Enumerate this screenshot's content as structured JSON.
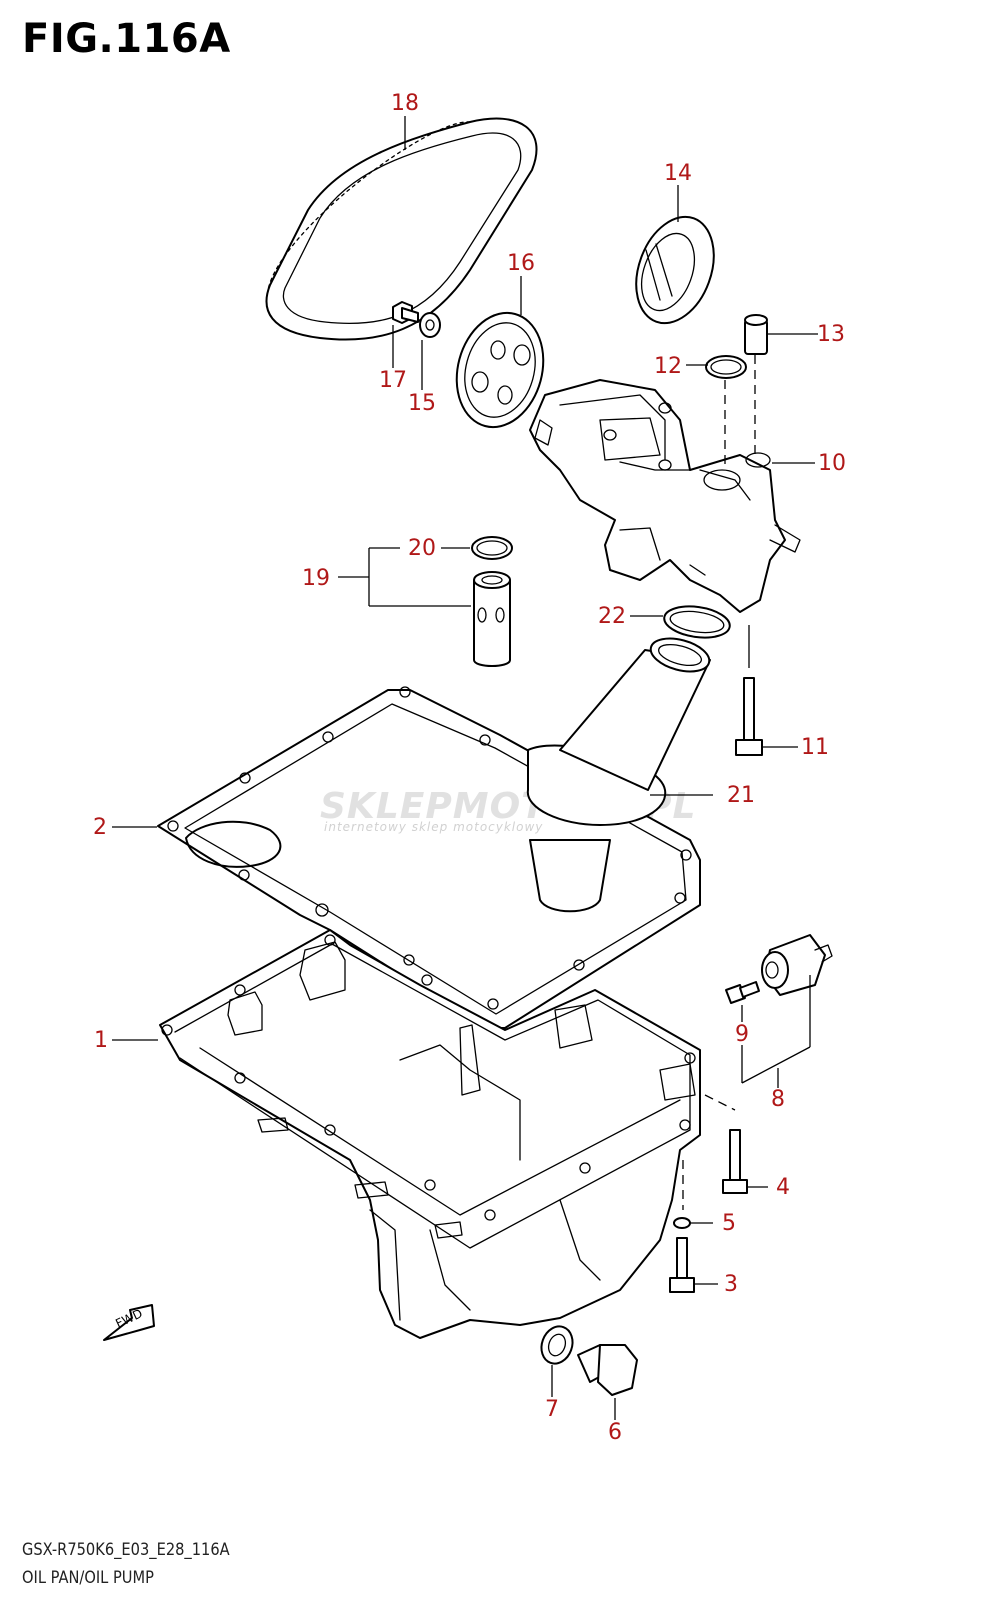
{
  "figure_title": "FIG.116A",
  "footer": {
    "model_code": "GSX-R750K6_E03_E28_116A",
    "section_name": "OIL PAN/OIL PUMP"
  },
  "watermark": {
    "brand": "SKLEPMOTO24.PL",
    "tagline": "internetowy sklep motocyklowy"
  },
  "fwd_arrow_label": "FWD",
  "callouts": [
    "1",
    "2",
    "3",
    "4",
    "5",
    "6",
    "7",
    "8",
    "9",
    "10",
    "11",
    "12",
    "13",
    "14",
    "15",
    "16",
    "17",
    "18",
    "19",
    "20",
    "21",
    "22"
  ],
  "colors": {
    "callout": "#b01818",
    "line": "#000000",
    "watermark": "#c8c8c8"
  }
}
